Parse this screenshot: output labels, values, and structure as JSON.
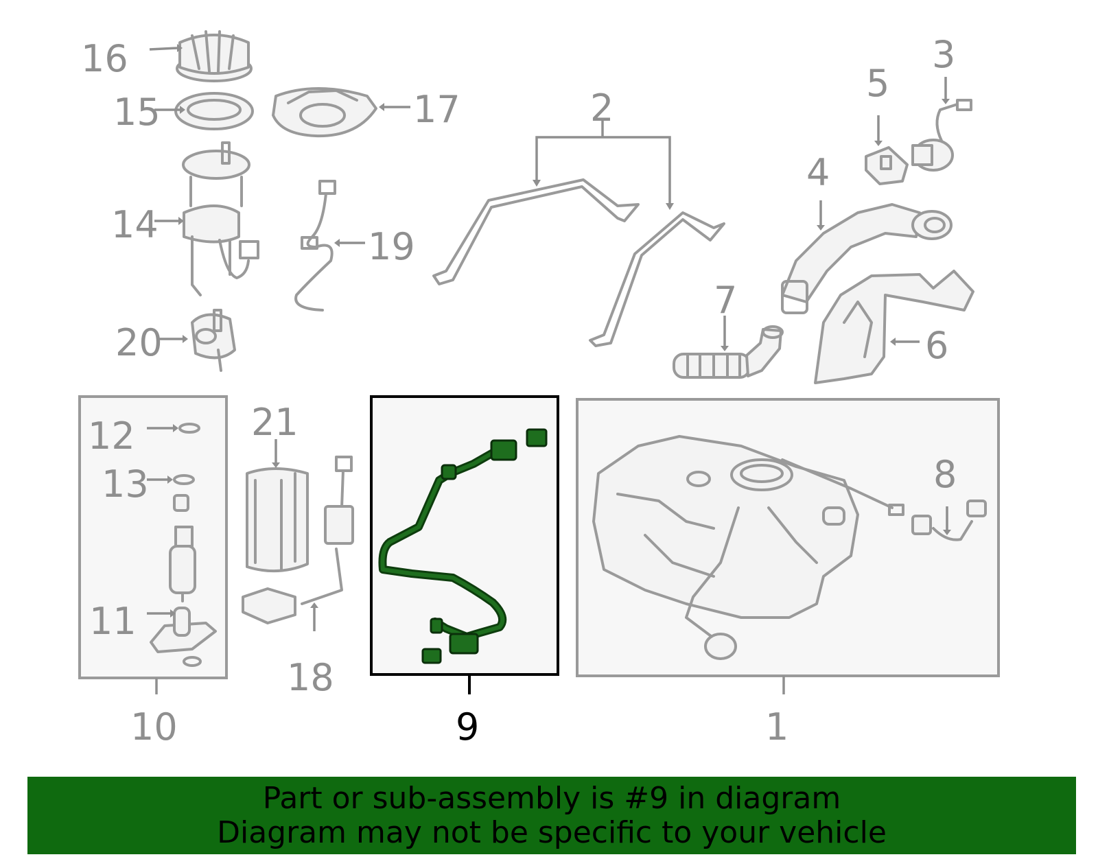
{
  "callouts": {
    "c1": "1",
    "c2": "2",
    "c3": "3",
    "c4": "4",
    "c5": "5",
    "c6": "6",
    "c7": "7",
    "c8": "8",
    "c9": "9",
    "c10": "10",
    "c11": "11",
    "c12": "12",
    "c13": "13",
    "c14": "14",
    "c15": "15",
    "c16": "16",
    "c17": "17",
    "c18": "18",
    "c19": "19",
    "c20": "20",
    "c21": "21"
  },
  "highlighted_part": "9",
  "colors": {
    "highlight": "#1e6e1e",
    "banner": "#0f6a0f",
    "part_line": "#9a9a9a"
  },
  "banner": {
    "line1": "Part or sub-assembly is #9 in diagram",
    "line2": "Diagram may not be specific to your vehicle"
  }
}
